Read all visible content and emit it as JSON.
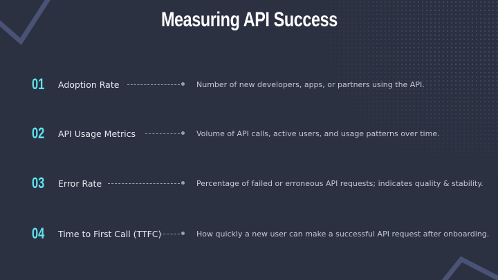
{
  "title": "Measuring API Success",
  "colors": {
    "background": "#2c3142",
    "accent": "#5ee4ee"
  },
  "metrics": [
    {
      "number": "01",
      "label": "Adoption Rate",
      "description": "Number of new developers, apps, or partners using the API."
    },
    {
      "number": "02",
      "label": "API Usage Metrics",
      "description": "Volume of API calls, active users, and usage patterns over time."
    },
    {
      "number": "03",
      "label": "Error Rate",
      "description": "Percentage of failed or erroneous API requests; indicates quality & stability."
    },
    {
      "number": "04",
      "label": "Time to First Call (TTFC)",
      "description": "How quickly a new user can make a successful API request after onboarding."
    }
  ]
}
